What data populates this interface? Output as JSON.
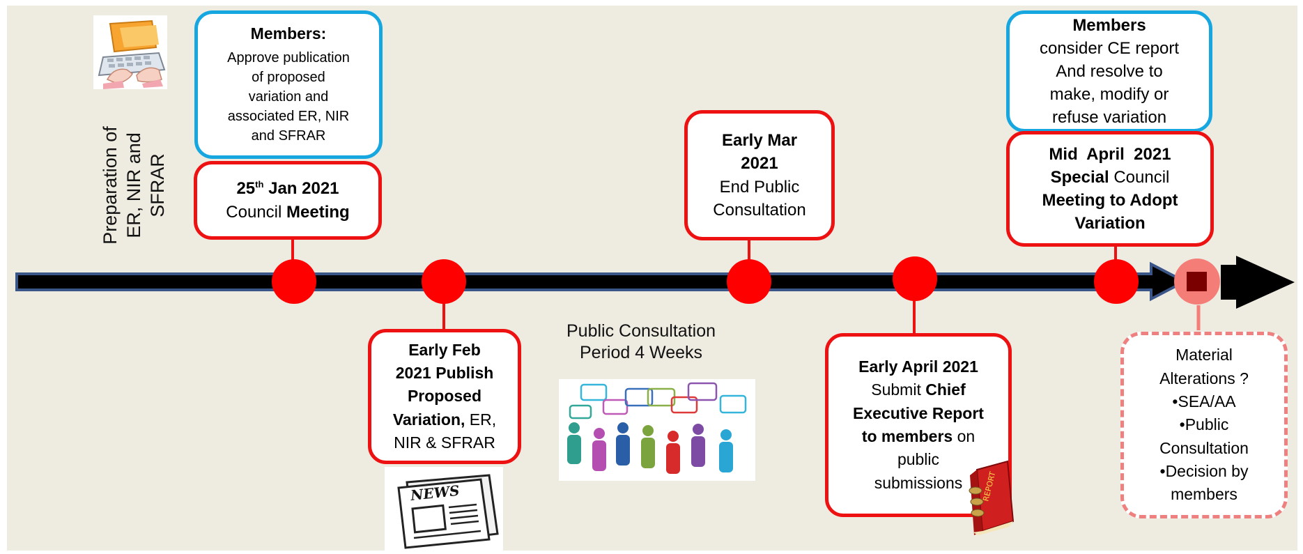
{
  "side_label": {
    "line1": "Preparation of",
    "line2": "ER, NIR and",
    "line3": "SFRAR"
  },
  "box_members_1": {
    "heading": "Members:",
    "lines": [
      "Approve publication",
      "of  proposed",
      "variation and",
      "associated ER, NIR",
      "and SFRAR"
    ]
  },
  "box_jan": {
    "date": "25",
    "sup": "th",
    "date_rest": " Jan 2021",
    "line2_normal": "Council ",
    "line2_bold": "Meeting"
  },
  "box_feb": {
    "l1": "Early Feb",
    "l2": "2021 Publish",
    "l3": "Proposed",
    "l4_bold": "Variation,",
    "l4_normal": " ER,",
    "l5": "NIR & SFRAR"
  },
  "consultation_label": {
    "line1": "Public Consultation",
    "line2": "Period 4 Weeks"
  },
  "box_mar": {
    "l1": "Early Mar",
    "l2": "2021",
    "l3": "End Public",
    "l4": "Consultation"
  },
  "box_april_early": {
    "l1": "Early April 2021",
    "l2_normal": "Submit ",
    "l2_bold": "Chief",
    "l3": "Executive Report",
    "l4_bold": "to members",
    "l4_normal": " on",
    "l5": "public",
    "l6": "submissions"
  },
  "box_members_2": {
    "heading": "Members",
    "lines": [
      "consider CE report",
      "And resolve to",
      "make, modify or",
      "refuse variation"
    ]
  },
  "box_april_mid": {
    "l1": "Mid  April  2021",
    "l2_bold": "Special",
    "l2_normal": " Council",
    "l3": "Meeting to Adopt",
    "l4": "Variation"
  },
  "box_material": {
    "lines": [
      "Material",
      "Alterations ?",
      "•SEA/AA",
      "•Public",
      "Consultation",
      "•Decision by",
      "members"
    ]
  },
  "icons": {
    "laptop": "laptop-typing-icon",
    "newspaper": "newspaper-icon",
    "people": "people-speech-bubbles-icon",
    "report": "report-book-icon"
  },
  "images": {
    "newspaper_text": "NEWS",
    "report_text": "REPORT"
  },
  "colors": {
    "red": "#ee1111",
    "blue": "#17a7e0",
    "background": "#eeebe1",
    "arrow": "#000000",
    "dashed": "#ef8080"
  }
}
